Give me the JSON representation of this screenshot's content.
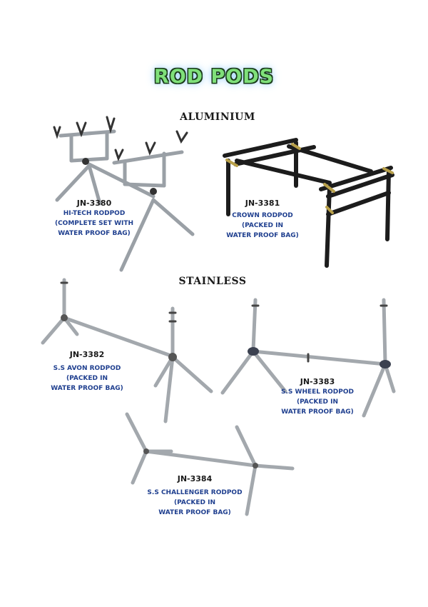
{
  "title": "ROD PODS",
  "sections": {
    "aluminium": "ALUMINIUM",
    "stainless": "STAINLESS"
  },
  "products": [
    {
      "code": "JN-3380",
      "lines": [
        "HI-TECH RODPOD",
        "(COMPLETE SET WITH",
        "WATER PROOF BAG)"
      ]
    },
    {
      "code": "JN-3381",
      "lines": [
        "CROWN RODPOD",
        "(PACKED IN",
        "WATER PROOF BAG)"
      ]
    },
    {
      "code": "JN-3382",
      "lines": [
        "S.S AVON RODPOD",
        "(PACKED IN",
        "WATER PROOF BAG)"
      ]
    },
    {
      "code": "JN-3383",
      "lines": [
        "S.S WHEEL RODPOD",
        "(PACKED IN",
        "WATER PROOF BAG)"
      ]
    },
    {
      "code": "JN-3384",
      "lines": [
        "S.S CHALLENGER RODPOD",
        "(PACKED IN",
        "WATER PROOF BAG)"
      ]
    }
  ],
  "colors": {
    "title_fill": "#7fe07a",
    "description_text": "#1f3f8f",
    "aluminium_metal": "#b8bcc0",
    "crown_black": "#1c1c1c",
    "crown_brass": "#b8a04a"
  }
}
